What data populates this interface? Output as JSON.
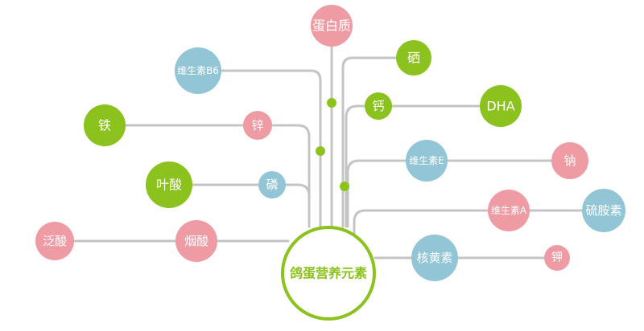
{
  "center": {
    "label": "鸽蛋营养元素"
  },
  "colors": {
    "green": "#8cc21d",
    "pink": "#ee9ba4",
    "blue": "#92c5d6",
    "line": "#c4c4c4"
  },
  "nodes": [
    {
      "key": "protein",
      "label": "蛋白质",
      "color": "pink"
    },
    {
      "key": "selenium",
      "label": "硒",
      "color": "green"
    },
    {
      "key": "vitb6",
      "label": "维生素B6",
      "color": "blue"
    },
    {
      "key": "calcium",
      "label": "钙",
      "color": "green"
    },
    {
      "key": "dha",
      "label": "DHA",
      "color": "green"
    },
    {
      "key": "iron",
      "label": "铁",
      "color": "green"
    },
    {
      "key": "zinc",
      "label": "锌",
      "color": "pink"
    },
    {
      "key": "vite",
      "label": "维生素E",
      "color": "blue"
    },
    {
      "key": "sodium",
      "label": "钠",
      "color": "pink"
    },
    {
      "key": "folic",
      "label": "叶酸",
      "color": "green"
    },
    {
      "key": "phosphorus",
      "label": "磷",
      "color": "blue"
    },
    {
      "key": "vita",
      "label": "维生素A",
      "color": "pink"
    },
    {
      "key": "thiamine",
      "label": "硫胺素",
      "color": "blue"
    },
    {
      "key": "pantothenic",
      "label": "泛酸",
      "color": "pink"
    },
    {
      "key": "niacin",
      "label": "烟酸",
      "color": "pink"
    },
    {
      "key": "riboflavin",
      "label": "核黄素",
      "color": "blue"
    },
    {
      "key": "potassium",
      "label": "钾",
      "color": "pink"
    }
  ]
}
